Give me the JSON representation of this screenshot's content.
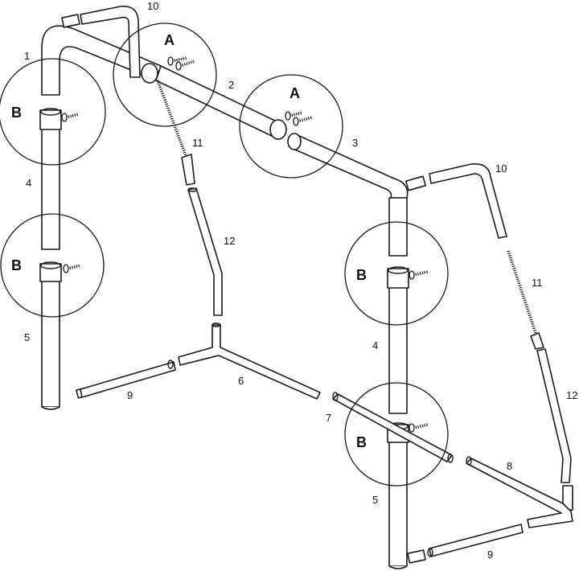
{
  "parts": {
    "p1": "1",
    "p2": "2",
    "p3": "3",
    "p4_left": "4",
    "p4_right": "4",
    "p5_left": "5",
    "p5_right": "5",
    "p6": "6",
    "p7": "7",
    "p8": "8",
    "p9_left": "9",
    "p9_right": "9",
    "p10_left": "10",
    "p10_right": "10",
    "p11_left": "11",
    "p11_right": "11",
    "p12_left": "12",
    "p12_right": "12"
  },
  "details": {
    "a1": "A",
    "a2": "A",
    "b1": "B",
    "b2": "B",
    "b3": "B",
    "b4": "B"
  }
}
